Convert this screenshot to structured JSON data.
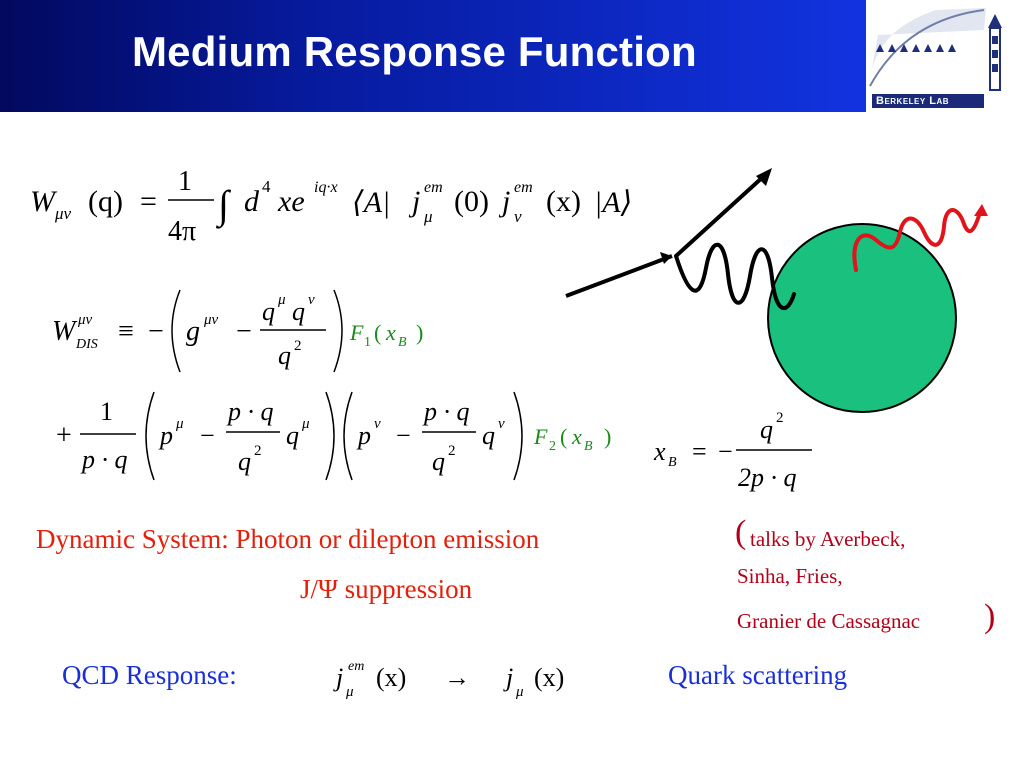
{
  "slide": {
    "title": "Medium Response Function",
    "logo": {
      "text": "Berkeley Lab",
      "icon": "berkeley-lab-logo-icon"
    }
  },
  "equations": {
    "w_munu": {
      "lhs": "W",
      "lhs_sub": "μν",
      "arg": "(q)",
      "eq": "=",
      "frac_num": "1",
      "frac_den": "4π",
      "integral": "∫",
      "d": "d",
      "d_sup": "4",
      "xe": "xe",
      "exp": "iq·x",
      "bra": "⟨A|",
      "j1": "j",
      "j1_sup": "em",
      "j1_sub": "μ",
      "arg0": "(0)",
      "j2": "j",
      "j2_sup": "em",
      "j2_sub": "ν",
      "argx": "(x)",
      "ket": "|A⟩"
    },
    "w_dis": {
      "lhs": "W",
      "lhs_sup": "μν",
      "lhs_sub": "DIS",
      "equiv": "≡",
      "minus": "−",
      "g": "g",
      "g_sup": "μν",
      "minus2": "−",
      "num_q1": "q",
      "num_q1_sup": "μ",
      "num_q2": "q",
      "num_q2_sup": "ν",
      "den_q": "q",
      "den_q_sup": "2",
      "f1": "F",
      "f1_sub": "1",
      "f1_arg_open": "(",
      "f1_arg_x": "x",
      "f1_arg_sub": "B",
      "f1_arg_close": ")"
    },
    "w_dis_second": {
      "plus": "+",
      "frac_num": "1",
      "frac_den": "p · q",
      "p1": "p",
      "p1_sup": "μ",
      "minus1": "−",
      "pq_num1": "p · q",
      "pq_den1": "q",
      "pq_den1_sup": "2",
      "q1": "q",
      "q1_sup": "μ",
      "p2": "p",
      "p2_sup": "ν",
      "minus2": "−",
      "pq_num2": "p · q",
      "pq_den2": "q",
      "pq_den2_sup": "2",
      "q2": "q",
      "q2_sup": "ν",
      "f2": "F",
      "f2_sub": "2",
      "f2_arg_open": "(",
      "f2_arg_x": "x",
      "f2_arg_sub": "B",
      "f2_arg_close": ")"
    },
    "xb": {
      "lhs": "x",
      "lhs_sub": "B",
      "eq": "=",
      "minus": "−",
      "num": "q",
      "num_sup": "2",
      "den": "2p · q"
    },
    "qcd": {
      "j1": "j",
      "j1_sup": "em",
      "j1_sub": "μ",
      "arg1": "(x)",
      "arrow": "→",
      "j2": "j",
      "j2_sub": "μ",
      "arg2": "(x)"
    }
  },
  "text": {
    "dynamic": "Dynamic System: Photon or dilepton emission",
    "jpsi": "J/Ψ suppression",
    "talks_open": "(",
    "talks_line1": "talks by Averbeck,",
    "talks_line2": "Sinha, Fries,",
    "talks_line3": "Granier de Cassagnac",
    "talks_close": ")",
    "qcd_label": "QCD Response:",
    "quark": "Quark scattering"
  },
  "diagram": {
    "icon": "scattering-diagram",
    "colors": {
      "circle_fill": "#19c07e",
      "photon_out": "#e0141a",
      "lines": "#000000"
    }
  },
  "colors": {
    "title_bar": "#061a9c",
    "title_text": "#ffffff",
    "f_green": "#1c8a1c",
    "red_text": "#e3200c",
    "darkred_text": "#b3001a",
    "blue_text": "#1a2fd8"
  }
}
